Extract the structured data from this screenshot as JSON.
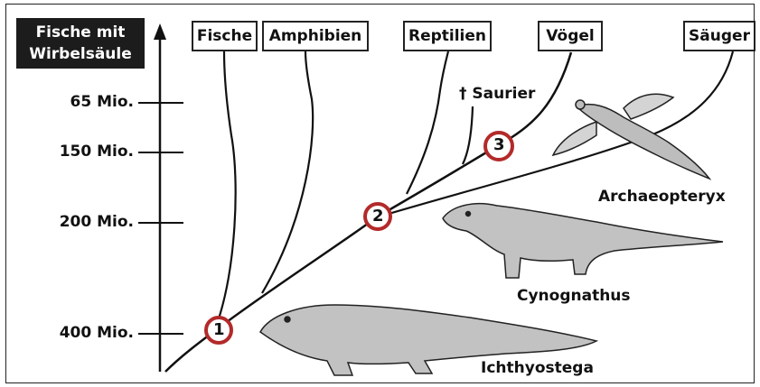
{
  "header": {
    "line1": "Fische mit",
    "line2": "Wirbelsäule"
  },
  "groups": [
    "Fische",
    "Amphibien",
    "Reptilien",
    "Vögel",
    "Säuger"
  ],
  "time_labels": [
    "65 Mio.",
    "150 Mio.",
    "200 Mio.",
    "400 Mio."
  ],
  "saurier": "† Saurier",
  "nodes": [
    "1",
    "2",
    "3"
  ],
  "animals": [
    "Archaeopteryx",
    "Cynognathus",
    "Ichthyostega"
  ]
}
